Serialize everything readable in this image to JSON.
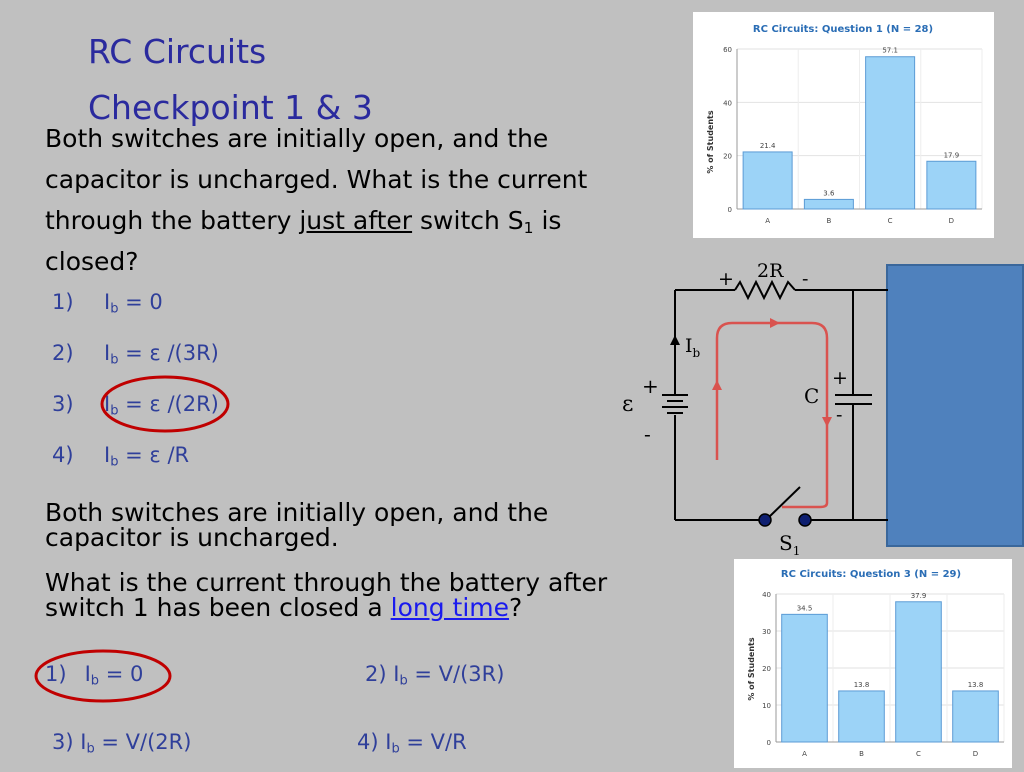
{
  "title": {
    "line1": "RC Circuits",
    "line2": "Checkpoint 1 & 3"
  },
  "q1": {
    "text_a": "Both switches are initially open, and the capacitor is uncharged. What is the current through the battery ",
    "emphasis": "just after",
    "text_b": " switch S",
    "sub": "1",
    "text_c": " is closed?"
  },
  "q1_options": [
    {
      "num": "1)",
      "sym": "I",
      "sub": "b",
      "expr": " = 0"
    },
    {
      "num": "2)",
      "sym": "I",
      "sub": "b",
      "expr": " = ε /(3R)"
    },
    {
      "num": "3)",
      "sym": "I",
      "sub": "b",
      "expr": " = ε /(2R)"
    },
    {
      "num": "4)",
      "sym": "I",
      "sub": "b",
      "expr": " = ε /R"
    }
  ],
  "q2": {
    "line1": "Both switches are initially open, and the capacitor is uncharged.",
    "line2a": "What is the current through the battery after switch 1 has been closed a ",
    "link": "long time",
    "line2b": "?"
  },
  "q2_options": [
    {
      "num": "1)",
      "sym": "I",
      "sub": "b",
      "expr": " = 0"
    },
    {
      "num": "2)",
      "sym": "I",
      "sub": "b",
      "expr": " = V/(3R)"
    },
    {
      "num": "3)",
      "sym": "I",
      "sub": "b",
      "expr": " = V/(2R)"
    },
    {
      "num": "4)",
      "sym": "I",
      "sub": "b",
      "expr": " = V/R"
    }
  ],
  "circuit": {
    "resistor": "2R",
    "plus": "+",
    "minus": "-",
    "current": "I",
    "current_sub": "b",
    "cap": "C",
    "emf": "ε",
    "switch": "S",
    "switch_sub": "1"
  },
  "chart_data": [
    {
      "type": "bar",
      "title": "RC Circuits: Question 1 (N = 28)",
      "ylabel": "% of Students",
      "categories": [
        "A",
        "B",
        "C",
        "D"
      ],
      "values": [
        21.4,
        3.6,
        57.1,
        17.9
      ],
      "ylim": [
        0,
        60
      ],
      "yticks": [
        0,
        20,
        40,
        60
      ],
      "bar_color": "#9cd3f7",
      "bar_edge": "#5b9bd5"
    },
    {
      "type": "bar",
      "title": "RC Circuits: Question 3 (N = 29)",
      "ylabel": "% of Students",
      "categories": [
        "A",
        "B",
        "C",
        "D"
      ],
      "values": [
        34.5,
        13.8,
        37.9,
        13.8
      ],
      "ylim": [
        0,
        40
      ],
      "yticks": [
        0,
        10,
        20,
        30,
        40
      ],
      "bar_color": "#9cd3f7",
      "bar_edge": "#5b9bd5"
    }
  ]
}
